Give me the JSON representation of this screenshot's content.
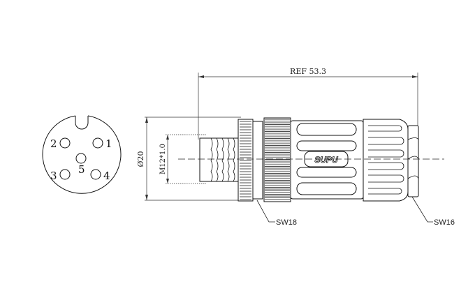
{
  "face_view": {
    "pins": [
      {
        "number": "1"
      },
      {
        "number": "2"
      },
      {
        "number": "3"
      },
      {
        "number": "4"
      },
      {
        "number": "5"
      }
    ]
  },
  "dimensions": {
    "overall_length": "REF 53.3",
    "outer_diameter": "Ø20",
    "thread": "M12*1.0",
    "wrench_front": "SW18",
    "wrench_rear": "SW16"
  },
  "logo": "SUPU"
}
